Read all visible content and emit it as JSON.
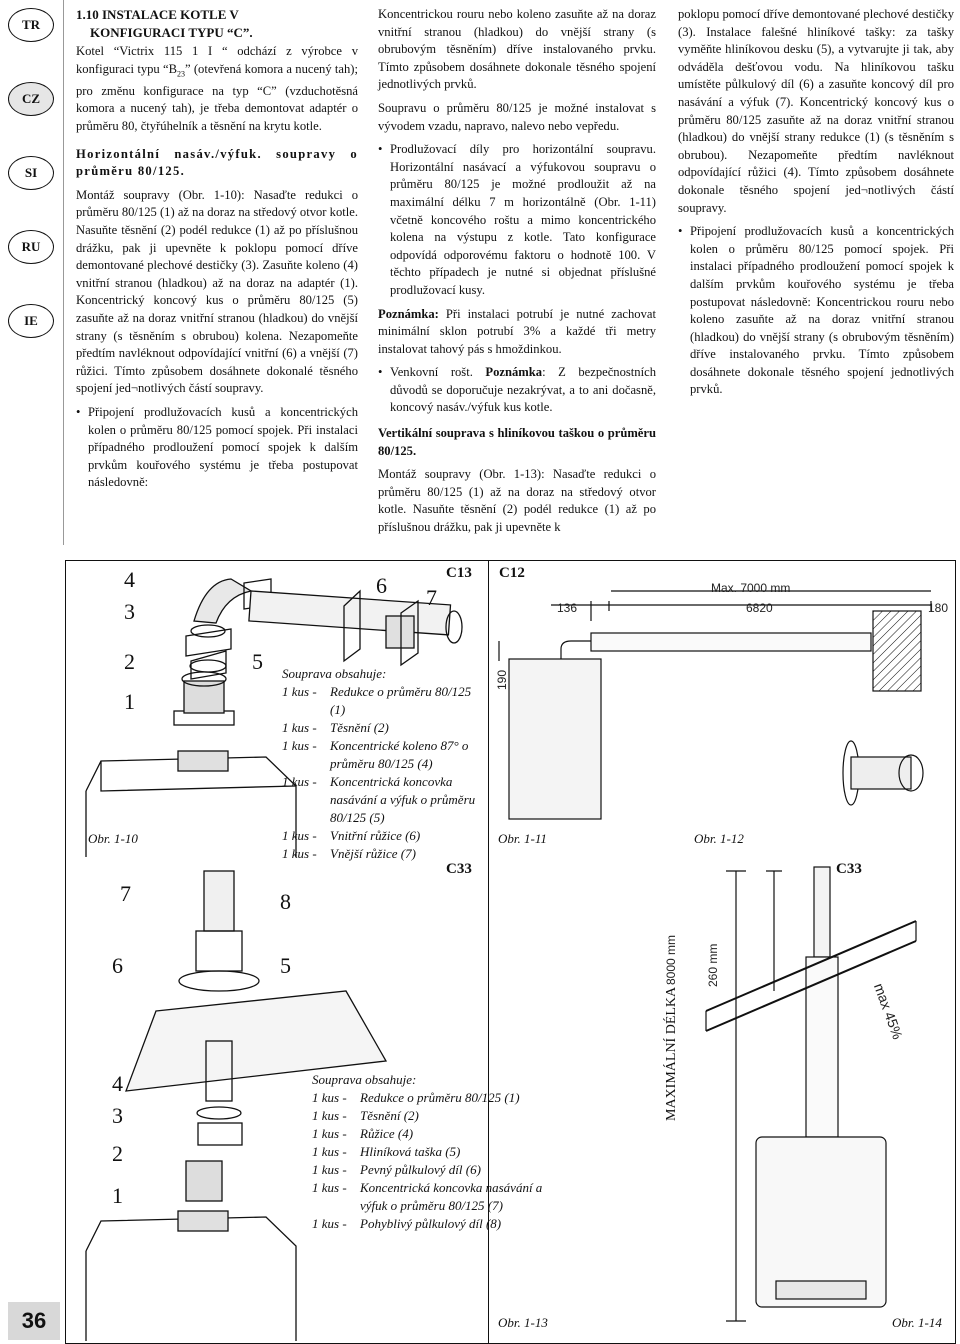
{
  "languages": [
    "TR",
    "CZ",
    "SI",
    "RU",
    "IE"
  ],
  "active_language": "CZ",
  "page_number": "36",
  "col1": {
    "heading_line1": "1.10 INSTALACE KOTLE V",
    "heading_line2": "KONFIGURACI TYPU “C”.",
    "p1_a": "Kotel “Victrix 115 1 I “ odchází z výrobce v konfiguraci typu “B",
    "p1_sub": "23",
    "p1_b": "” (otevřená komora a nucený tah); pro změnu konfigurace na typ “C” (vzduchotěsná komora a nucený tah), je třeba demontovat adaptér o průměru 80, čtyřúhelník a těsnění na krytu kotle.",
    "h2": "Horizontální nasáv./výfuk. soupravy o průměru 80/125.",
    "p2": "Montáž soupravy (Obr. 1-10): Nasaďte redukci o průměru 80/125 (1) až na doraz na středový otvor kotle. Nasuňte těsnění (2) podél redukce (1) až po příslušnou drážku, pak ji upevněte k poklopu pomocí dříve demontované plechové destičky (3). Zasuňte koleno (4) vnitřní stranou (hladkou) až na doraz na adaptér (1). Koncentrický koncový kus o průměru 80/125 (5) zasuňte až na doraz vnitřní stranou (hladkou) do vnější strany (s těsněním s obrubou) kolena. Nezapomeňte předtím navléknout odpovídající vnitřní (6) a vnější (7) růžici. Tímto způsobem dosáhnete dokonalé těsného spojení jed¬notlivých částí soupravy.",
    "bullet1": "Připojení prodlužovacích kusů a koncentrických kolen o průměru 80/125 pomocí spojek. Při instalaci případného prodloužení pomocí spojek k dalším prvkům kouřového systému je třeba postupovat následovně:"
  },
  "col2": {
    "p1": "Koncentrickou rouru nebo koleno zasuňte až na doraz vnitřní stranou (hladkou) do vnější strany (s obrubovým těsněním) dříve instalovaného prvku. Tímto způsobem dosáhnete dokonale těsného spojení jednotlivých prvků.",
    "p2": "Soupravu o průměru 80/125 je možné instalovat s vývodem vzadu, napravo, nalevo nebo vepředu.",
    "bullet1": "Prodlužovací díly pro horizontální soupravu. Horizontální nasávací a výfukovou soupravu o průměru 80/125 je možné prodloužit až na maximální délku 7 m horizontálně (Obr. 1-11) včetně koncového roštu a mimo koncentrického kolena na výstupu z kotle. Tato konfigurace odpovídá odporovému faktoru o hodnotě 100. V těchto případech je nutné si objednat příslušné prodlužovací kusy.",
    "note_label": "Poznámka:",
    "note": "Při instalaci potrubí je nutné zachovat minimální sklon potrubí 3% a každé tři metry instalovat tahový pás s hmoždinkou.",
    "bullet2_a": "Venkovní rošt.",
    "bullet2_label": "Poznámka",
    "bullet2_b": ": Z bezpečnostních důvodů se doporučuje nezakrývat, a to ani dočasně, koncový nasáv./výfuk kus kotle.",
    "h3": "Vertikální souprava s hliníkovou taškou o průměru 80/125.",
    "p3": "Montáž soupravy (Obr. 1-13): Nasaďte redukci o průměru 80/125 (1) až na doraz na středový otvor kotle. Nasuňte těsnění (2) podél redukce (1) až po příslušnou drážku, pak ji upevněte k"
  },
  "col3": {
    "p1": "poklopu pomocí dříve demontované plechové destičky (3). Instalace falešné hliníkové tašky: za tašky vyměňte hliníkovou desku (5), a vytvarujte ji tak, aby odváděla dešťovou vodu. Na hliníkovou tašku umístěte půlkulový díl (6) a zasuňte koncový díl pro nasávání a výfuk (7). Koncentrický koncový kus o průměru 80/125 zasuňte až na doraz vnitřní stranou (hladkou) do vnější strany redukce (1) (s těsněním s obrubou). Nezapomeňte předtím navléknout odpovídající růžici (4). Tímto způsobem dosáhnete dokonale těsného spojení jed¬notlivých částí soupravy.",
    "bullet1": "Připojení prodlužovacích kusů a koncentrických kolen o průměru 80/125 pomocí spojek. Při instalaci případného prodloužení pomocí spojek k dalším prvkům kouřového systému je třeba postupovat následovně: Koncentrickou rouru nebo koleno zasuňte až na doraz vnitřní stranou (hladkou) do vnější strany (s obrubovým těsněním) dříve instalovaného prvku. Tímto způsobem dosáhnete dokonale těsného spojení jednotlivých prvků."
  },
  "fig": {
    "cap_110": "Obr. 1-10",
    "cap_111": "Obr. 1-11",
    "cap_112": "Obr. 1-12",
    "cap_113": "Obr. 1-13",
    "cap_114": "Obr. 1-14",
    "label_c13": "C13",
    "label_c12": "C12",
    "label_c33a": "C33",
    "label_c33b": "C33",
    "dim_max": "Max. 7000 mm",
    "dim_6820": "6820",
    "dim_136": "136",
    "dim_180": "180",
    "dim_190": "190",
    "dim_8000": "8000 mm",
    "dim_260": "260 mm",
    "dim_max45": "max 45%",
    "max_delka": "MAXIMÁLNÍ DÉLKA",
    "n_top": [
      "4",
      "3",
      "2",
      "1",
      "5",
      "6",
      "7"
    ],
    "n_bot": [
      "7",
      "8",
      "6",
      "5",
      "4",
      "3",
      "2",
      "1"
    ],
    "kit1_title": "Souprava obsahuje:",
    "kit1": [
      {
        "q": "1 kus -",
        "t": "Redukce o průměru 80/125"
      },
      {
        "q": "",
        "t": "(1)"
      },
      {
        "q": "1 kus -",
        "t": "Těsnění (2)"
      },
      {
        "q": "1 kus -",
        "t": "Koncentrické koleno 87° o"
      },
      {
        "q": "",
        "t": "průměru  80/125 (4)"
      },
      {
        "q": "1 kus -",
        "t": "Koncentrická koncovka"
      },
      {
        "q": "",
        "t": "nasávání a výfuk o průměru"
      },
      {
        "q": "",
        "t": "80/125 (5)"
      },
      {
        "q": "1 kus -",
        "t": "Vnitřní růžice (6)"
      },
      {
        "q": "1 kus -",
        "t": "Vnější růžice (7)"
      }
    ],
    "kit2_title": "Souprava obsahuje:",
    "kit2": [
      {
        "q": "1 kus -",
        "t": "Redukce o průměru 80/125 (1)"
      },
      {
        "q": "1 kus -",
        "t": "Těsnění (2)"
      },
      {
        "q": "1 kus -",
        "t": "Růžice (4)"
      },
      {
        "q": "1 kus -",
        "t": "Hliníková taška (5)"
      },
      {
        "q": "1 kus -",
        "t": "Pevný půlkulový díl (6)"
      },
      {
        "q": "1 kus -",
        "t": "Koncentrická koncovka nasávání a"
      },
      {
        "q": "",
        "t": "výfuk o průměru 80/125 (7)"
      },
      {
        "q": "1 kus -",
        "t": "Pohyblivý půlkulový díl (8)"
      }
    ]
  }
}
